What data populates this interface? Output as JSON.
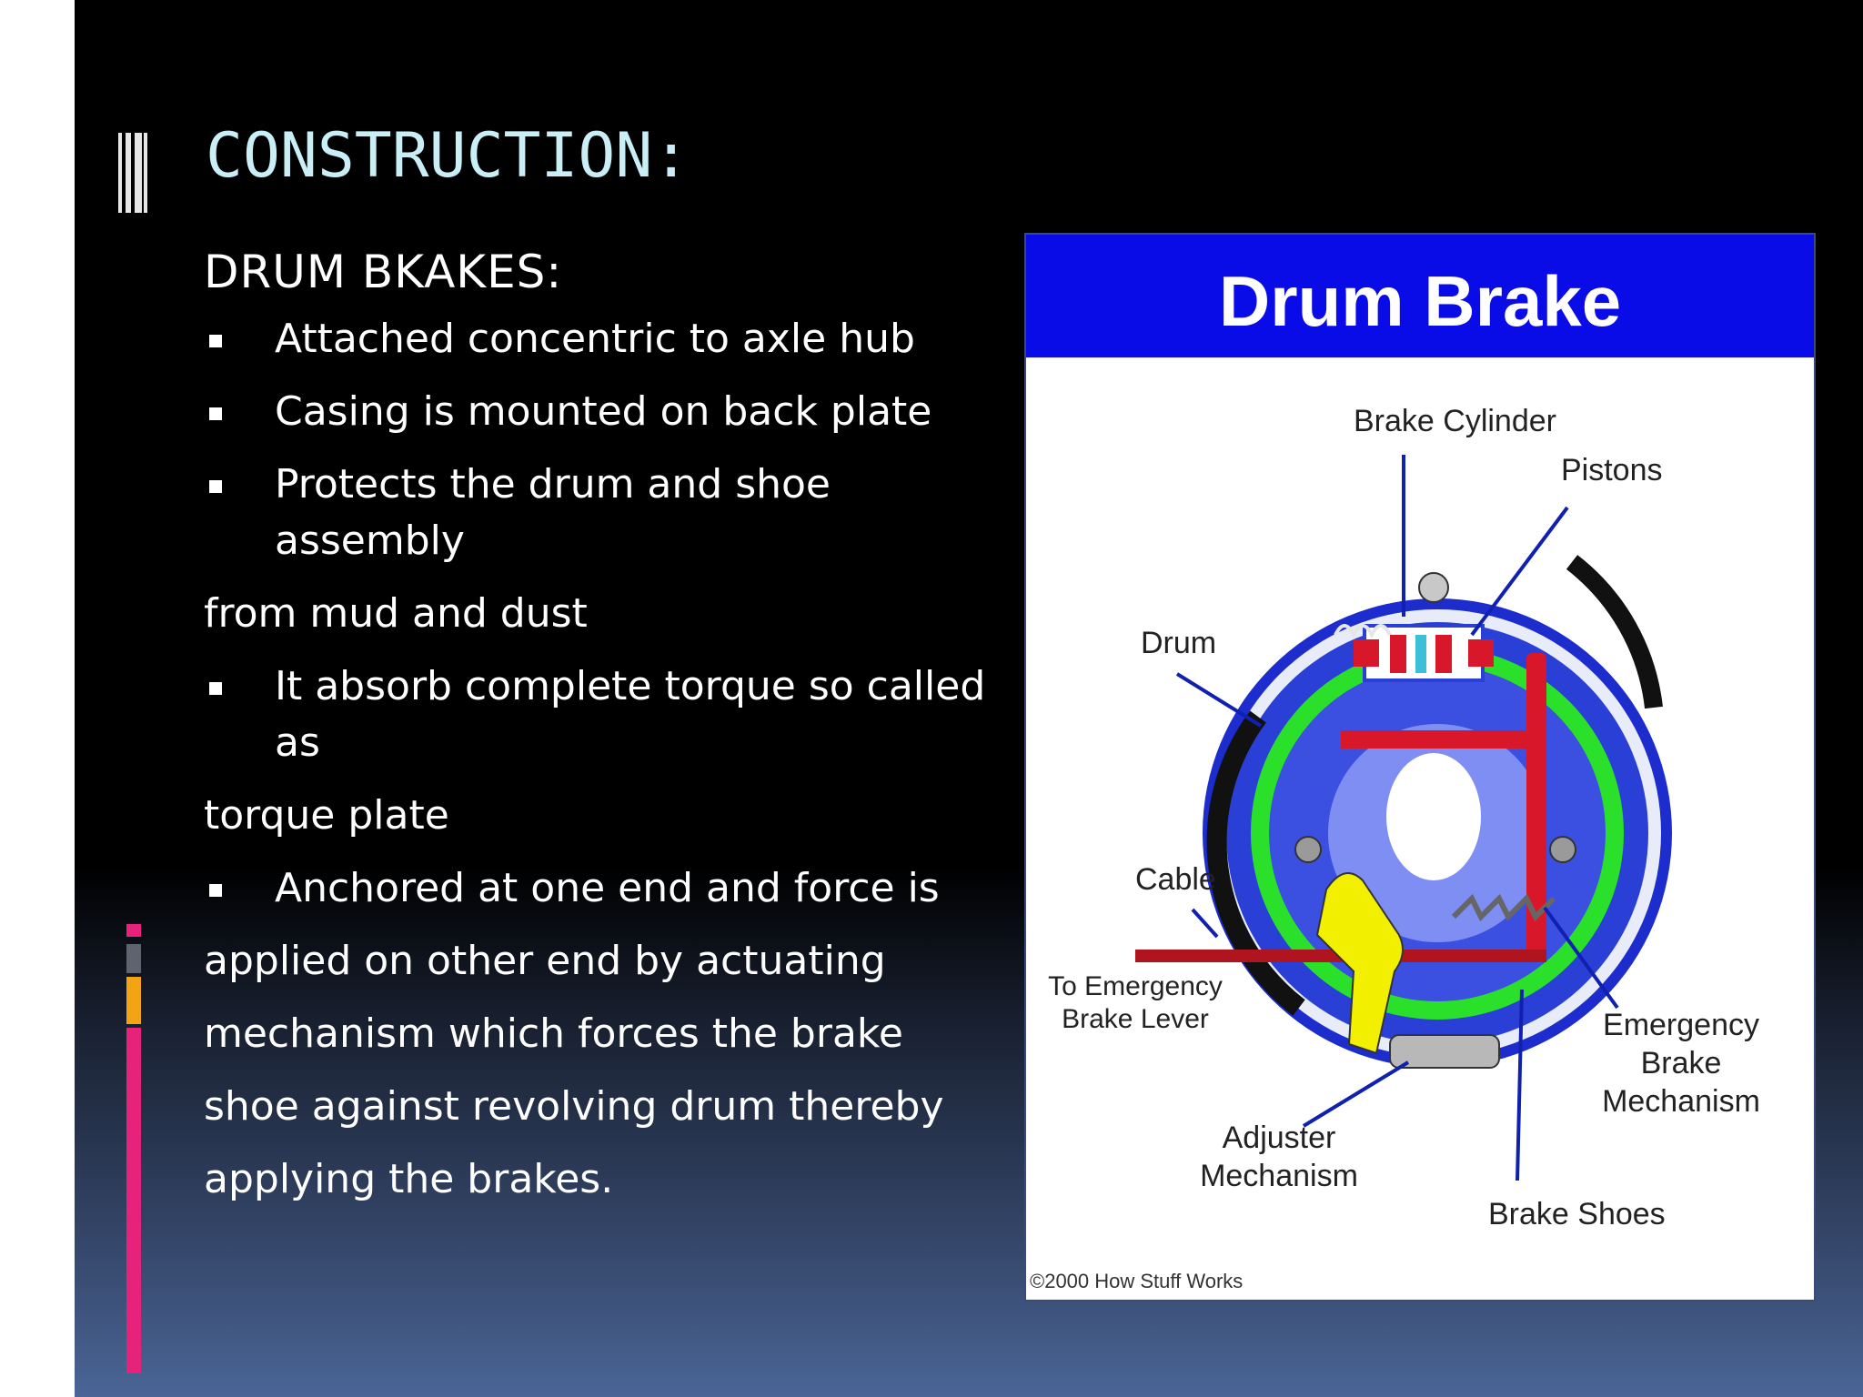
{
  "slide": {
    "title": "CONSTRUCTION:",
    "subtitle": "DRUM  BKAKES:",
    "lines": [
      {
        "kind": "bullet",
        "text": "Attached concentric to axle hub"
      },
      {
        "kind": "bullet",
        "text": "Casing is mounted on back plate"
      },
      {
        "kind": "bullet",
        "text": "Protects the drum and shoe assembly"
      },
      {
        "kind": "plain",
        "text": "from mud and dust"
      },
      {
        "kind": "bullet",
        "text": " It absorb complete torque so called as"
      },
      {
        "kind": "plain",
        "text": "torque  plate"
      },
      {
        "kind": "bullet",
        "text": "Anchored at one end and force is"
      },
      {
        "kind": "plain",
        "text": "applied on other end by actuating"
      },
      {
        "kind": "plain",
        "text": " mechanism  which forces the brake"
      },
      {
        "kind": "plain",
        "text": "shoe against revolving drum thereby"
      },
      {
        "kind": "plain",
        "text": "applying the brakes."
      }
    ]
  },
  "figure": {
    "header": "Drum Brake",
    "labels": {
      "brake_cylinder": "Brake Cylinder",
      "pistons": "Pistons",
      "drum": "Drum",
      "cable": "Cable",
      "to_emergency_1": "To Emergency",
      "to_emergency_2": "Brake Lever",
      "emergency_1": "Emergency",
      "emergency_2": "Brake",
      "emergency_3": "Mechanism",
      "adjuster_1": "Adjuster",
      "adjuster_2": "Mechanism",
      "brake_shoes": "Brake Shoes",
      "credit": "©2000 How Stuff Works"
    },
    "colors": {
      "header": "#0a0ce8",
      "drum_blue": "#2a3fd6",
      "shoe_green": "#2ae02a",
      "linkage_red": "#d8182a",
      "lever_yellow": "#f2f000"
    }
  }
}
